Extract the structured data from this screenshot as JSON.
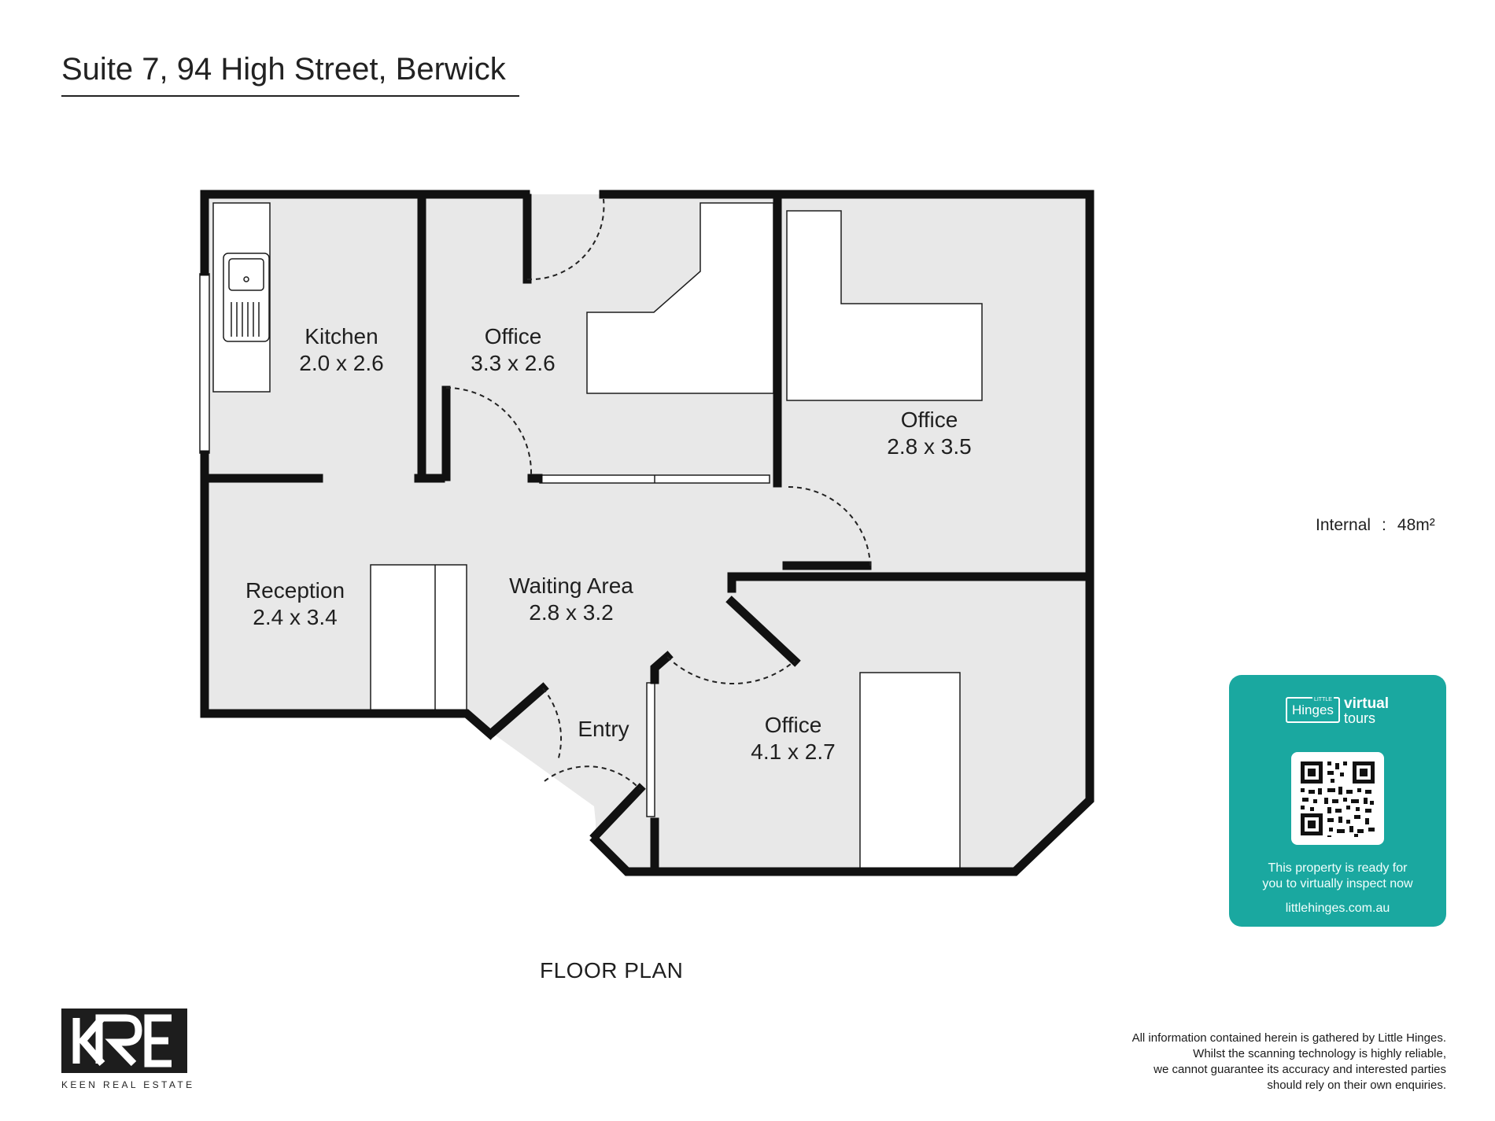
{
  "title": "Suite 7, 94 High Street, Berwick",
  "rooms": [
    {
      "name": "Kitchen",
      "size": "2.0 x 2.6"
    },
    {
      "name": "Office",
      "size": "3.3 x 2.6"
    },
    {
      "name": "Office",
      "size": "2.8 x 3.5"
    },
    {
      "name": "Reception",
      "size": "2.4 x 3.4"
    },
    {
      "name": "Waiting Area",
      "size": "2.8 x 3.2"
    },
    {
      "name": "Entry",
      "size": ""
    },
    {
      "name": "Office",
      "size": "4.1 x 2.7"
    }
  ],
  "caption": "FLOOR PLAN",
  "area": {
    "label": "Internal",
    "separator": ":",
    "value": "48m²"
  },
  "virtual_tour": {
    "brand_small": "LITTLE",
    "brand": "Hinges",
    "virtual": "virtual",
    "tours": "tours",
    "line1": "This property is ready for",
    "line2": "you to virtually inspect now",
    "url": "littlehinges.com.au",
    "color": "#1aa8a0"
  },
  "logo": {
    "mark": "KRE",
    "name": "KEEN REAL ESTATE"
  },
  "disclaimer": [
    "All information contained herein is gathered by Little Hinges.",
    "Whilst the scanning technology is highly reliable,",
    "we cannot guarantee its accuracy and interested parties",
    "should rely on their own enquiries."
  ]
}
